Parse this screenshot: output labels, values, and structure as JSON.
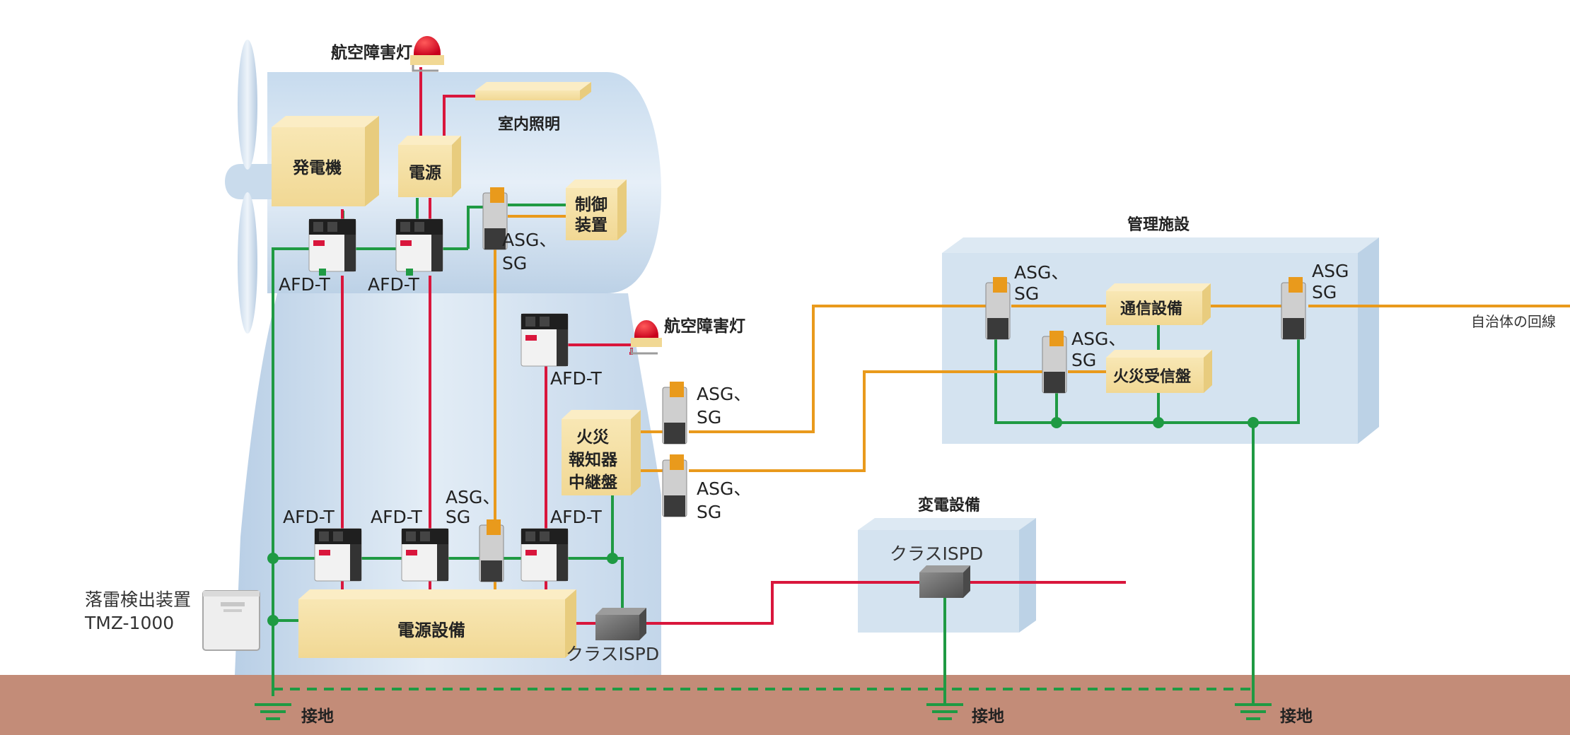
{
  "labels": {
    "aviation_light_top": "航空障害灯",
    "indoor_lighting": "室内照明",
    "generator": "発電機",
    "power_source": "電源",
    "control_device_1": "制御",
    "control_device_2": "装置",
    "asg_sg_nacelle_1": "ASG、",
    "asg_sg_nacelle_2": "SG",
    "afd_t_nacelle_left": "AFD-T",
    "afd_t_nacelle_right": "AFD-T",
    "aviation_light_tower": "航空障害灯",
    "afd_t_tower": "AFD-T",
    "fire_relay_1": "火災",
    "fire_relay_2": "報知器",
    "fire_relay_3": "中継盤",
    "asg_sg_fire_upper_1": "ASG、",
    "asg_sg_fire_upper_2": "SG",
    "asg_sg_fire_lower_1": "ASG、",
    "asg_sg_fire_lower_2": "SG",
    "afd_t_base_1": "AFD-T",
    "afd_t_base_2": "AFD-T",
    "asg_sg_base_1": "ASG、",
    "asg_sg_base_2": "SG",
    "afd_t_base_3": "AFD-T",
    "power_equipment": "電源設備",
    "lightning_detector_1": "落雷検出装置",
    "lightning_detector_2": "TMZ-1000",
    "class1_spd_base": "クラスⅠSPD",
    "management_facility": "管理施設",
    "asg_sg_mgmt_left_1": "ASG、",
    "asg_sg_mgmt_left_2": "SG",
    "comm_equipment": "通信設備",
    "asg_sg_mgmt_mid_1": "ASG、",
    "asg_sg_mgmt_mid_2": "SG",
    "fire_receiver": "火災受信盤",
    "asg_sg_mgmt_right_1": "ASG",
    "asg_sg_mgmt_right_2": "SG",
    "municipal_line": "自治体の回線",
    "substation": "変電設備",
    "class1_spd_substation": "クラスⅠSPD",
    "ground_1": "接地",
    "ground_2": "接地",
    "ground_3": "接地"
  },
  "colors": {
    "power_line": "#d9163c",
    "signal_line": "#e99a1c",
    "ground_line": "#1f9a43",
    "soil": "#c38c78",
    "box_fill": "#f6e2a6",
    "structure": "#cfe0ee"
  }
}
